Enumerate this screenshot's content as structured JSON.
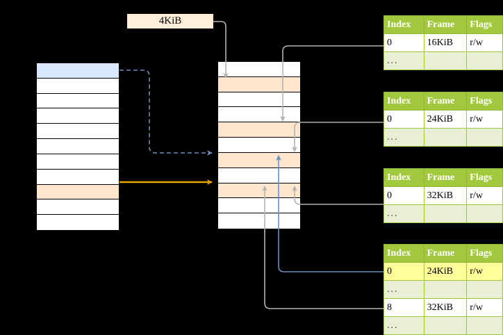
{
  "diagram": {
    "title": "",
    "colors": {
      "table_header_green": "#a2c93d",
      "ellipsis_row_green": "#e9eed5",
      "highlight_yellow": "#ffff99",
      "peach_row": "#ffe6cc",
      "blue_row": "#dae8fc",
      "label_cream": "#ffeed9",
      "orange_arrow": "#e8a200",
      "blue_arrow": "#6c8ebf",
      "gray_arrow": "#b3b3b3",
      "background": "#000000"
    }
  },
  "size_label": {
    "text": "4KiB",
    "name": "page-size-label"
  },
  "virtual_memory": {
    "name": "virtual-address-space-column",
    "row_count": 11,
    "rows": [
      {
        "index": 0,
        "fill": "blue",
        "label": ""
      },
      {
        "index": 1,
        "fill": "white",
        "label": ""
      },
      {
        "index": 2,
        "fill": "white",
        "label": ""
      },
      {
        "index": 3,
        "fill": "white",
        "label": ""
      },
      {
        "index": 4,
        "fill": "white",
        "label": ""
      },
      {
        "index": 5,
        "fill": "white",
        "label": ""
      },
      {
        "index": 6,
        "fill": "white",
        "label": ""
      },
      {
        "index": 7,
        "fill": "white",
        "label": ""
      },
      {
        "index": 8,
        "fill": "peach",
        "label": ""
      },
      {
        "index": 9,
        "fill": "white",
        "label": ""
      },
      {
        "index": 10,
        "fill": "white",
        "label": ""
      }
    ]
  },
  "physical_memory": {
    "name": "physical-memory-column",
    "row_count": 11,
    "rows": [
      {
        "index": 0,
        "fill": "white",
        "label": ""
      },
      {
        "index": 1,
        "fill": "peach",
        "label": ""
      },
      {
        "index": 2,
        "fill": "white",
        "label": ""
      },
      {
        "index": 3,
        "fill": "white",
        "label": ""
      },
      {
        "index": 4,
        "fill": "peach",
        "label": ""
      },
      {
        "index": 5,
        "fill": "white",
        "label": ""
      },
      {
        "index": 6,
        "fill": "peach",
        "label": ""
      },
      {
        "index": 7,
        "fill": "white",
        "label": ""
      },
      {
        "index": 8,
        "fill": "peach",
        "label": ""
      },
      {
        "index": 9,
        "fill": "white",
        "label": ""
      },
      {
        "index": 10,
        "fill": "white",
        "label": ""
      }
    ]
  },
  "page_tables": {
    "columns": [
      "Index",
      "Frame",
      "Flags"
    ],
    "tables": [
      {
        "name": "page-table-1",
        "rows": [
          {
            "type": "data",
            "index": "0",
            "frame": "16KiB",
            "flags": "r/w",
            "highlight": false
          },
          {
            "type": "ellipsis",
            "index": "...",
            "frame": "",
            "flags": "",
            "highlight": false
          }
        ]
      },
      {
        "name": "page-table-2",
        "rows": [
          {
            "type": "data",
            "index": "0",
            "frame": "24KiB",
            "flags": "r/w",
            "highlight": false
          },
          {
            "type": "ellipsis",
            "index": "...",
            "frame": "",
            "flags": "",
            "highlight": false
          }
        ]
      },
      {
        "name": "page-table-3",
        "rows": [
          {
            "type": "data",
            "index": "0",
            "frame": "32KiB",
            "flags": "r/w",
            "highlight": false
          },
          {
            "type": "ellipsis",
            "index": "...",
            "frame": "",
            "flags": "",
            "highlight": false
          }
        ]
      },
      {
        "name": "page-table-4",
        "rows": [
          {
            "type": "data",
            "index": "0",
            "frame": "24KiB",
            "flags": "r/w",
            "highlight": true
          },
          {
            "type": "ellipsis",
            "index": "...",
            "frame": "",
            "flags": "",
            "highlight": false
          },
          {
            "type": "data",
            "index": "8",
            "frame": "32KiB",
            "flags": "r/w",
            "highlight": false
          },
          {
            "type": "ellipsis",
            "index": "...",
            "frame": "",
            "flags": "",
            "highlight": false
          }
        ]
      }
    ]
  }
}
